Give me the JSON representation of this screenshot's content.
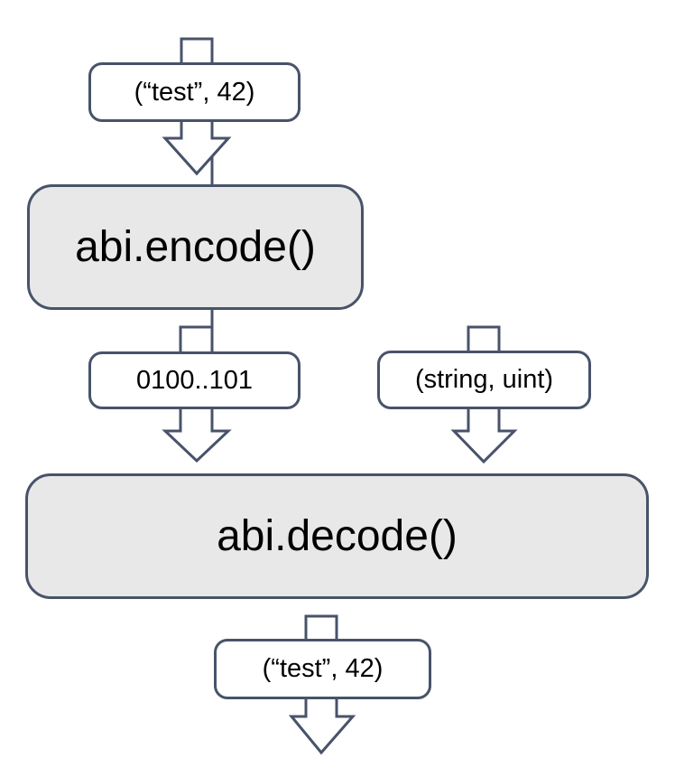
{
  "diagram": {
    "type": "flowchart",
    "colors": {
      "stroke": "#48536a",
      "process_fill": "#e8e8e8",
      "label_fill": "#ffffff",
      "text": "#000000",
      "background": "#ffffff"
    },
    "flow": {
      "input_value": "(“test”, 42)",
      "encode_step": "abi.encode()",
      "encoded_bytes": "0100..101",
      "type_spec": "(string, uint)",
      "decode_step": "abi.decode()",
      "output_value": "(“test”, 42)"
    },
    "arrows": [
      {
        "name": "input-down-arrow",
        "direction": "down"
      },
      {
        "name": "encoded-bytes-down-arrow",
        "direction": "down"
      },
      {
        "name": "type-spec-down-arrow",
        "direction": "down"
      },
      {
        "name": "output-down-arrow",
        "direction": "down"
      }
    ]
  }
}
